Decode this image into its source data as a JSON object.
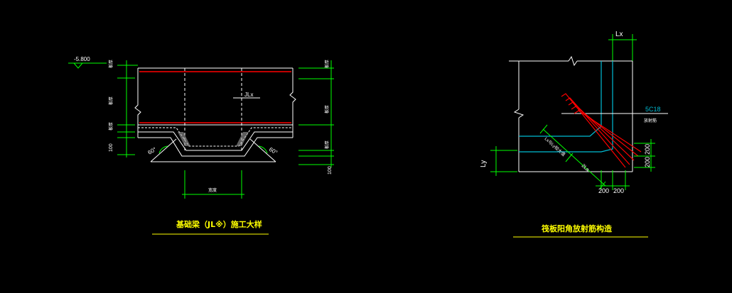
{
  "colors": {
    "background": "#000000",
    "outline": "#ffffff",
    "dimension": "#00ff00",
    "rebar_red": "#ff0000",
    "rebar_cyan": "#00bcd4",
    "title": "#ffff00",
    "hatch": "#9e9e9e"
  },
  "left_detail": {
    "title": "基础梁（JL※）施工大样",
    "elevation": "-5.800",
    "beam_tag": "JLx",
    "angle_left": "60°",
    "angle_right": "60°",
    "dim_100_left": "100",
    "dim_100_right": "100",
    "dim_bottom": "宽度",
    "dim_small_labels": [
      "板厚",
      "板厚",
      "板厚",
      "板厚",
      "板厚",
      "板厚"
    ]
  },
  "right_detail": {
    "title": "筏板阳角放射筋构造",
    "lx_label": "Lx",
    "ly_label": "Ly",
    "rebar_label": "5C18",
    "rebar_sublabel": "放射筋",
    "diag_label_1": "Lx与Ly较大值",
    "diag_label_2": "2La",
    "dim_200_a": "200",
    "dim_200_b": "200",
    "dim_200_c": "200",
    "dim_200_d": "200"
  }
}
